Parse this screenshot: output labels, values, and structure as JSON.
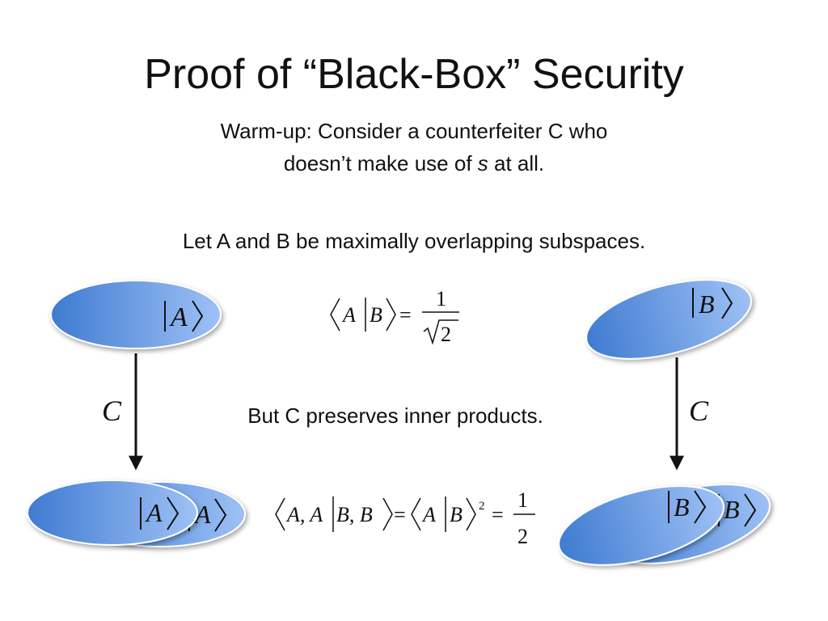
{
  "title": "Proof of “Black-Box” Security",
  "warmup": {
    "line1": "Warm-up: Consider a counterfeiter C who",
    "line2_before": "doesn’t make use of ",
    "line2_var": "s",
    "line2_after": " at all."
  },
  "let_line": "Let A and B be maximally overlapping subspaces.",
  "preserve_line": "But C preserves inner products.",
  "kets": {
    "a": "A",
    "b": "B"
  },
  "operator": "C",
  "eq1": {
    "bra": "A",
    "ket": "B",
    "numerator": "1",
    "denominator": "2"
  },
  "eq2": {
    "bra": "A, A",
    "ket": "B, B",
    "rhs_bra": "A",
    "rhs_ket": "B",
    "exponent": "2",
    "numerator": "1",
    "denominator": "2"
  },
  "colors": {
    "ellipse_light": "#9ec1f5",
    "ellipse_dark": "#3f7bd1",
    "ellipse_edge": "#ffffff",
    "ink": "#111111"
  }
}
